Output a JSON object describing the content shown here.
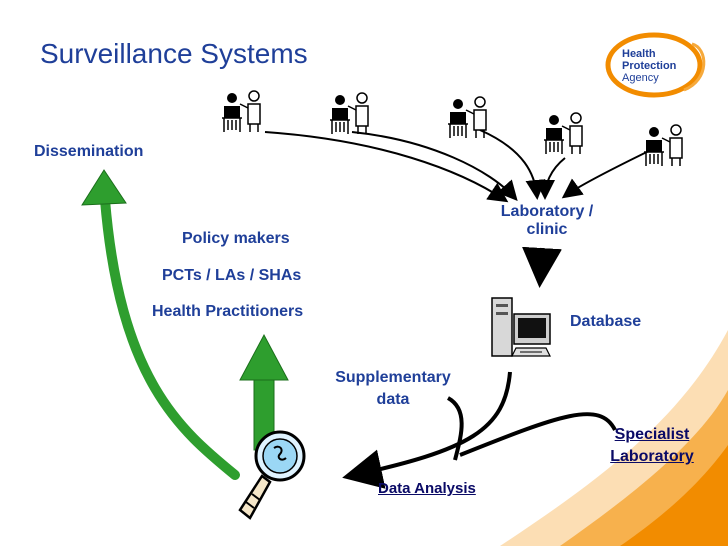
{
  "title": "Surveillance Systems",
  "logo": {
    "line1": "Health",
    "line2": "Protection",
    "line3": "Agency"
  },
  "labels": {
    "dissemination": "Dissemination",
    "policy_makers": "Policy makers",
    "pcts": "PCTs / LAs / SHAs",
    "health_practitioners": "Health Practitioners",
    "laboratory_line1": "Laboratory /",
    "laboratory_line2": "clinic",
    "database": "Database",
    "supplementary_line1": "Supplementary",
    "supplementary_line2": "data",
    "specialist_line1": "Specialist",
    "specialist_line2": "Laboratory",
    "data_analysis": "Data Analysis"
  },
  "colors": {
    "title": "#1f3f99",
    "green_arrow": "#2e9e2e",
    "orange_accent": "#f28c00",
    "dark_blue": "#0a0a66"
  },
  "icons": [
    "doctor-patient-icon",
    "computer-database-icon",
    "magnifying-glass-icon",
    "health-protection-agency-logo"
  ]
}
